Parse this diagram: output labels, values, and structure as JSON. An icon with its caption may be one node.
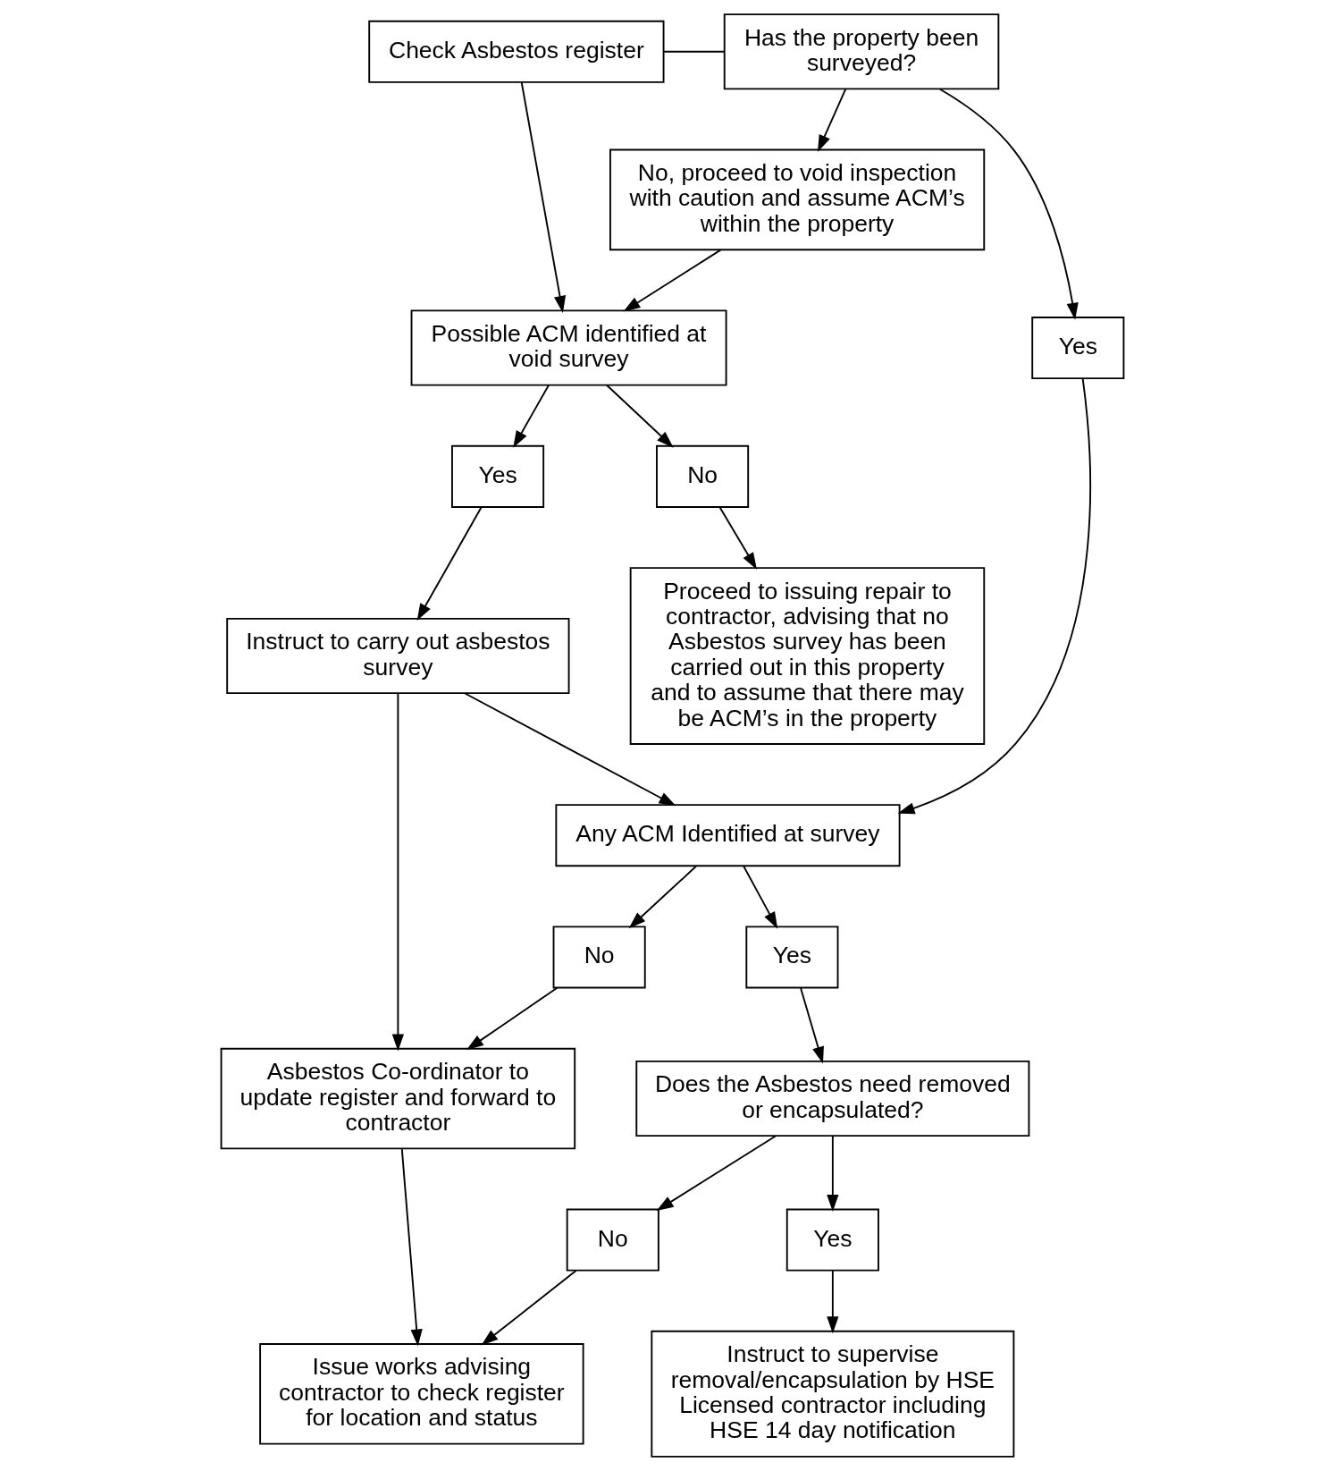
{
  "diagram": {
    "nodes": [
      {
        "text": [
          "Check Asbestos register"
        ]
      },
      {
        "text": [
          "Has the property been surveyed?"
        ]
      },
      {
        "text": [
          "Possible ACM identified at void survey"
        ]
      },
      {
        "text": [
          "No, proceed to void inspection with caution and assume ACM’s within the property"
        ]
      },
      {
        "text": [
          "Yes"
        ]
      },
      {
        "text": [
          "No"
        ]
      },
      {
        "text": [
          "Yes"
        ]
      },
      {
        "text": [
          "Instruct to carry out asbestos survey"
        ]
      },
      {
        "text": [
          "Any ACM Identified at survey"
        ]
      },
      {
        "text": [
          "Yes"
        ]
      },
      {
        "text": [
          "Asbestos Co-ordinator to update register and forward to contractor"
        ]
      },
      {
        "text": [
          "No"
        ]
      },
      {
        "text": [
          "Does the Asbestos need removed or encapsulated?"
        ]
      },
      {
        "text": [
          "Proceed to issuing repair to contractor, advising that no Asbestos survey has been carried out in this property and to assume that there may be ACM’s in the property"
        ]
      },
      {
        "text": [
          "Issue works advising contractor to check register for location and status"
        ]
      },
      {
        "text": [
          "No"
        ]
      },
      {
        "text": [
          "Yes"
        ]
      },
      {
        "text": [
          "Instruct to supervise removal/encapsulation by HSE Licensed contractor including HSE 14 day notification"
        ]
      }
    ],
    "edges": [
      {
        "from": 0,
        "to": 1,
        "arrow": "none"
      },
      {
        "from": 0,
        "to": 2,
        "arrow": "to"
      },
      {
        "from": 1,
        "to": 3,
        "arrow": "to"
      },
      {
        "from": 1,
        "to": 4,
        "arrow": "to"
      },
      {
        "from": 3,
        "to": 2,
        "arrow": "to"
      },
      {
        "from": 2,
        "to": 5,
        "arrow": "to"
      },
      {
        "from": 2,
        "to": 6,
        "arrow": "to"
      },
      {
        "from": 5,
        "to": 13,
        "arrow": "to"
      },
      {
        "from": 6,
        "to": 7,
        "arrow": "to"
      },
      {
        "from": 4,
        "to": 8,
        "arrow": "to"
      },
      {
        "from": 7,
        "to": 8,
        "arrow": "to"
      },
      {
        "from": 7,
        "to": 10,
        "arrow": "to"
      },
      {
        "from": 8,
        "to": 9,
        "arrow": "to"
      },
      {
        "from": 8,
        "to": 11,
        "arrow": "to"
      },
      {
        "from": 11,
        "to": 10,
        "arrow": "to"
      },
      {
        "from": 9,
        "to": 12,
        "arrow": "to"
      },
      {
        "from": 10,
        "to": 14,
        "arrow": "to"
      },
      {
        "from": 12,
        "to": 15,
        "arrow": "to"
      },
      {
        "from": 12,
        "to": 16,
        "arrow": "to"
      },
      {
        "from": 15,
        "to": 14,
        "arrow": "to"
      },
      {
        "from": 16,
        "to": 17,
        "arrow": "to"
      }
    ]
  }
}
